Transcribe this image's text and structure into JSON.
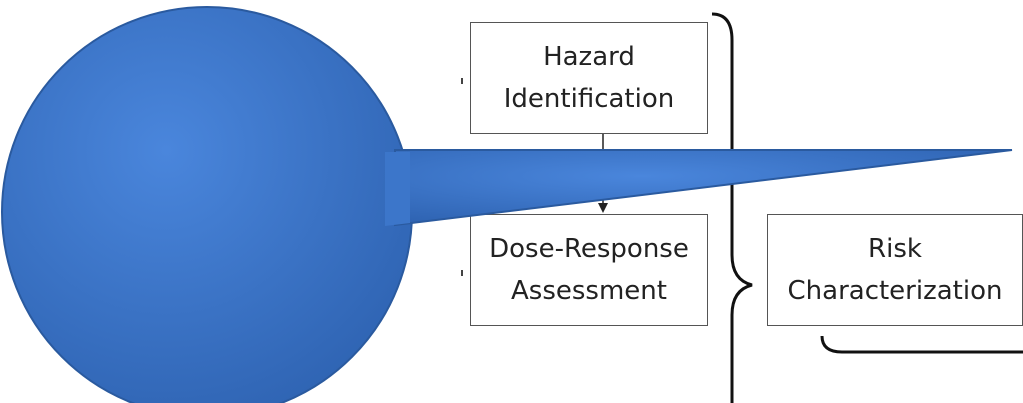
{
  "boxes": {
    "hazard": {
      "line1": "Hazard",
      "line2": "Identification"
    },
    "dose": {
      "line1": "Dose-Response",
      "line2": "Assessment"
    },
    "risk": {
      "line1": "Risk",
      "line2": "Characterization"
    }
  },
  "colors": {
    "bubble_fill": "#3f7ad0",
    "bubble_fill_dark": "#2f5fa9",
    "box_border": "#555555",
    "lines": "#111111"
  }
}
